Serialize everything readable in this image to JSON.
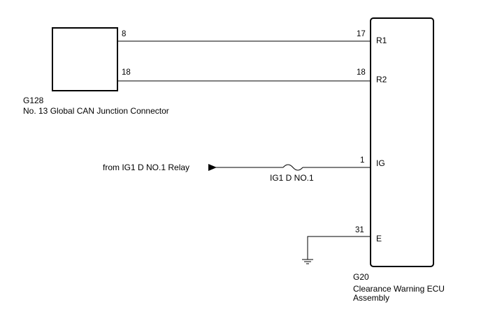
{
  "connector_g128": {
    "code": "G128",
    "name": "No. 13 Global CAN Junction Connector"
  },
  "ecu_g20": {
    "code": "G20",
    "name_line1": "Clearance Warning ECU",
    "name_line2": "Assembly"
  },
  "wires": [
    {
      "from_pin": "8",
      "to_pin": "17",
      "terminal": "R1"
    },
    {
      "from_pin": "18",
      "to_pin": "18",
      "terminal": "R2"
    }
  ],
  "power": {
    "source_label": "from IG1 D NO.1 Relay",
    "fuse_label": "IG1 D NO.1",
    "pin": "1",
    "terminal": "IG"
  },
  "ground": {
    "pin": "31",
    "terminal": "E"
  }
}
